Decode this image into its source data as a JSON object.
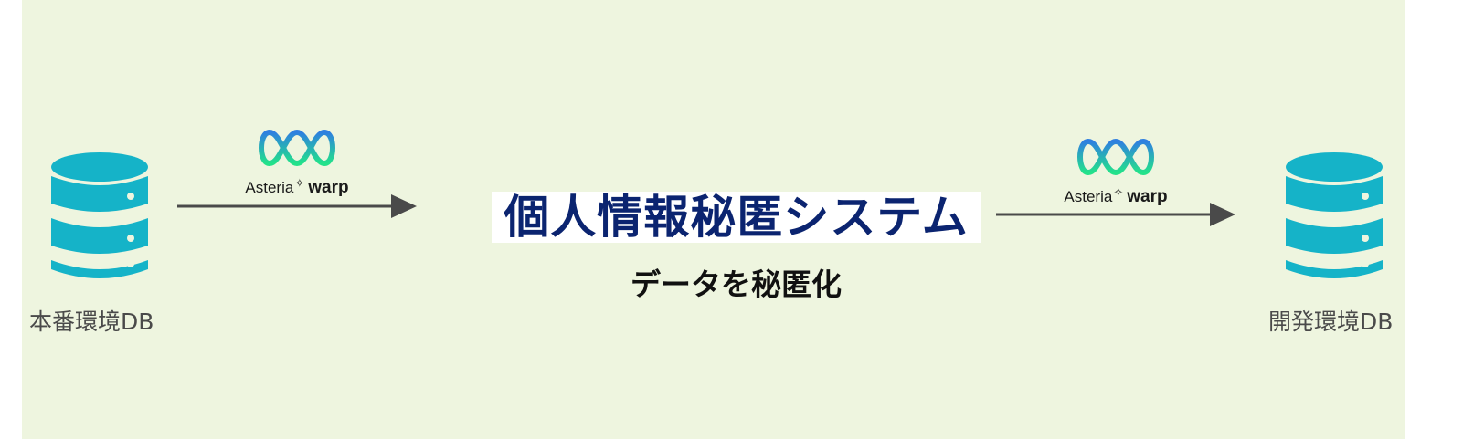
{
  "colors": {
    "background": "#eef5df",
    "database": "#15b3c8",
    "database_band": "#eef5df",
    "arrow": "#4a4a4a",
    "title_text": "#0b2470",
    "logo_blue": "#2f7fe0",
    "logo_green": "#23e28a"
  },
  "source_db": {
    "label": "本番環境DB",
    "icon": "database-icon"
  },
  "target_db": {
    "label": "開発環境DB",
    "icon": "database-icon"
  },
  "transfer_left": {
    "brand": "Asteria",
    "product": "warp",
    "icon": "asteria-warp-logo"
  },
  "transfer_right": {
    "brand": "Asteria",
    "product": "warp",
    "icon": "asteria-warp-logo"
  },
  "system": {
    "title": "個人情報秘匿システム",
    "caption": "データを秘匿化"
  }
}
